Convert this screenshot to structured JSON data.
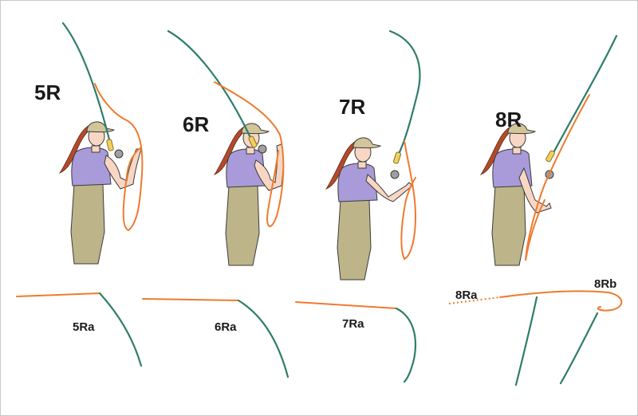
{
  "panels": [
    {
      "label": "5R",
      "sub_label": "5Ra"
    },
    {
      "label": "6R",
      "sub_label": "6Ra"
    },
    {
      "label": "7R",
      "sub_label": "7Ra"
    },
    {
      "label": "8R",
      "sub_labels": [
        "8Ra",
        "8Rb"
      ]
    }
  ],
  "colors": {
    "rod": "#2e7d6a",
    "fly_line": "#ef7a2e",
    "shirt": "#a99ad9",
    "pants": "#bdb48a",
    "hair": "#b44a2a",
    "hat": "#d2c59a"
  }
}
